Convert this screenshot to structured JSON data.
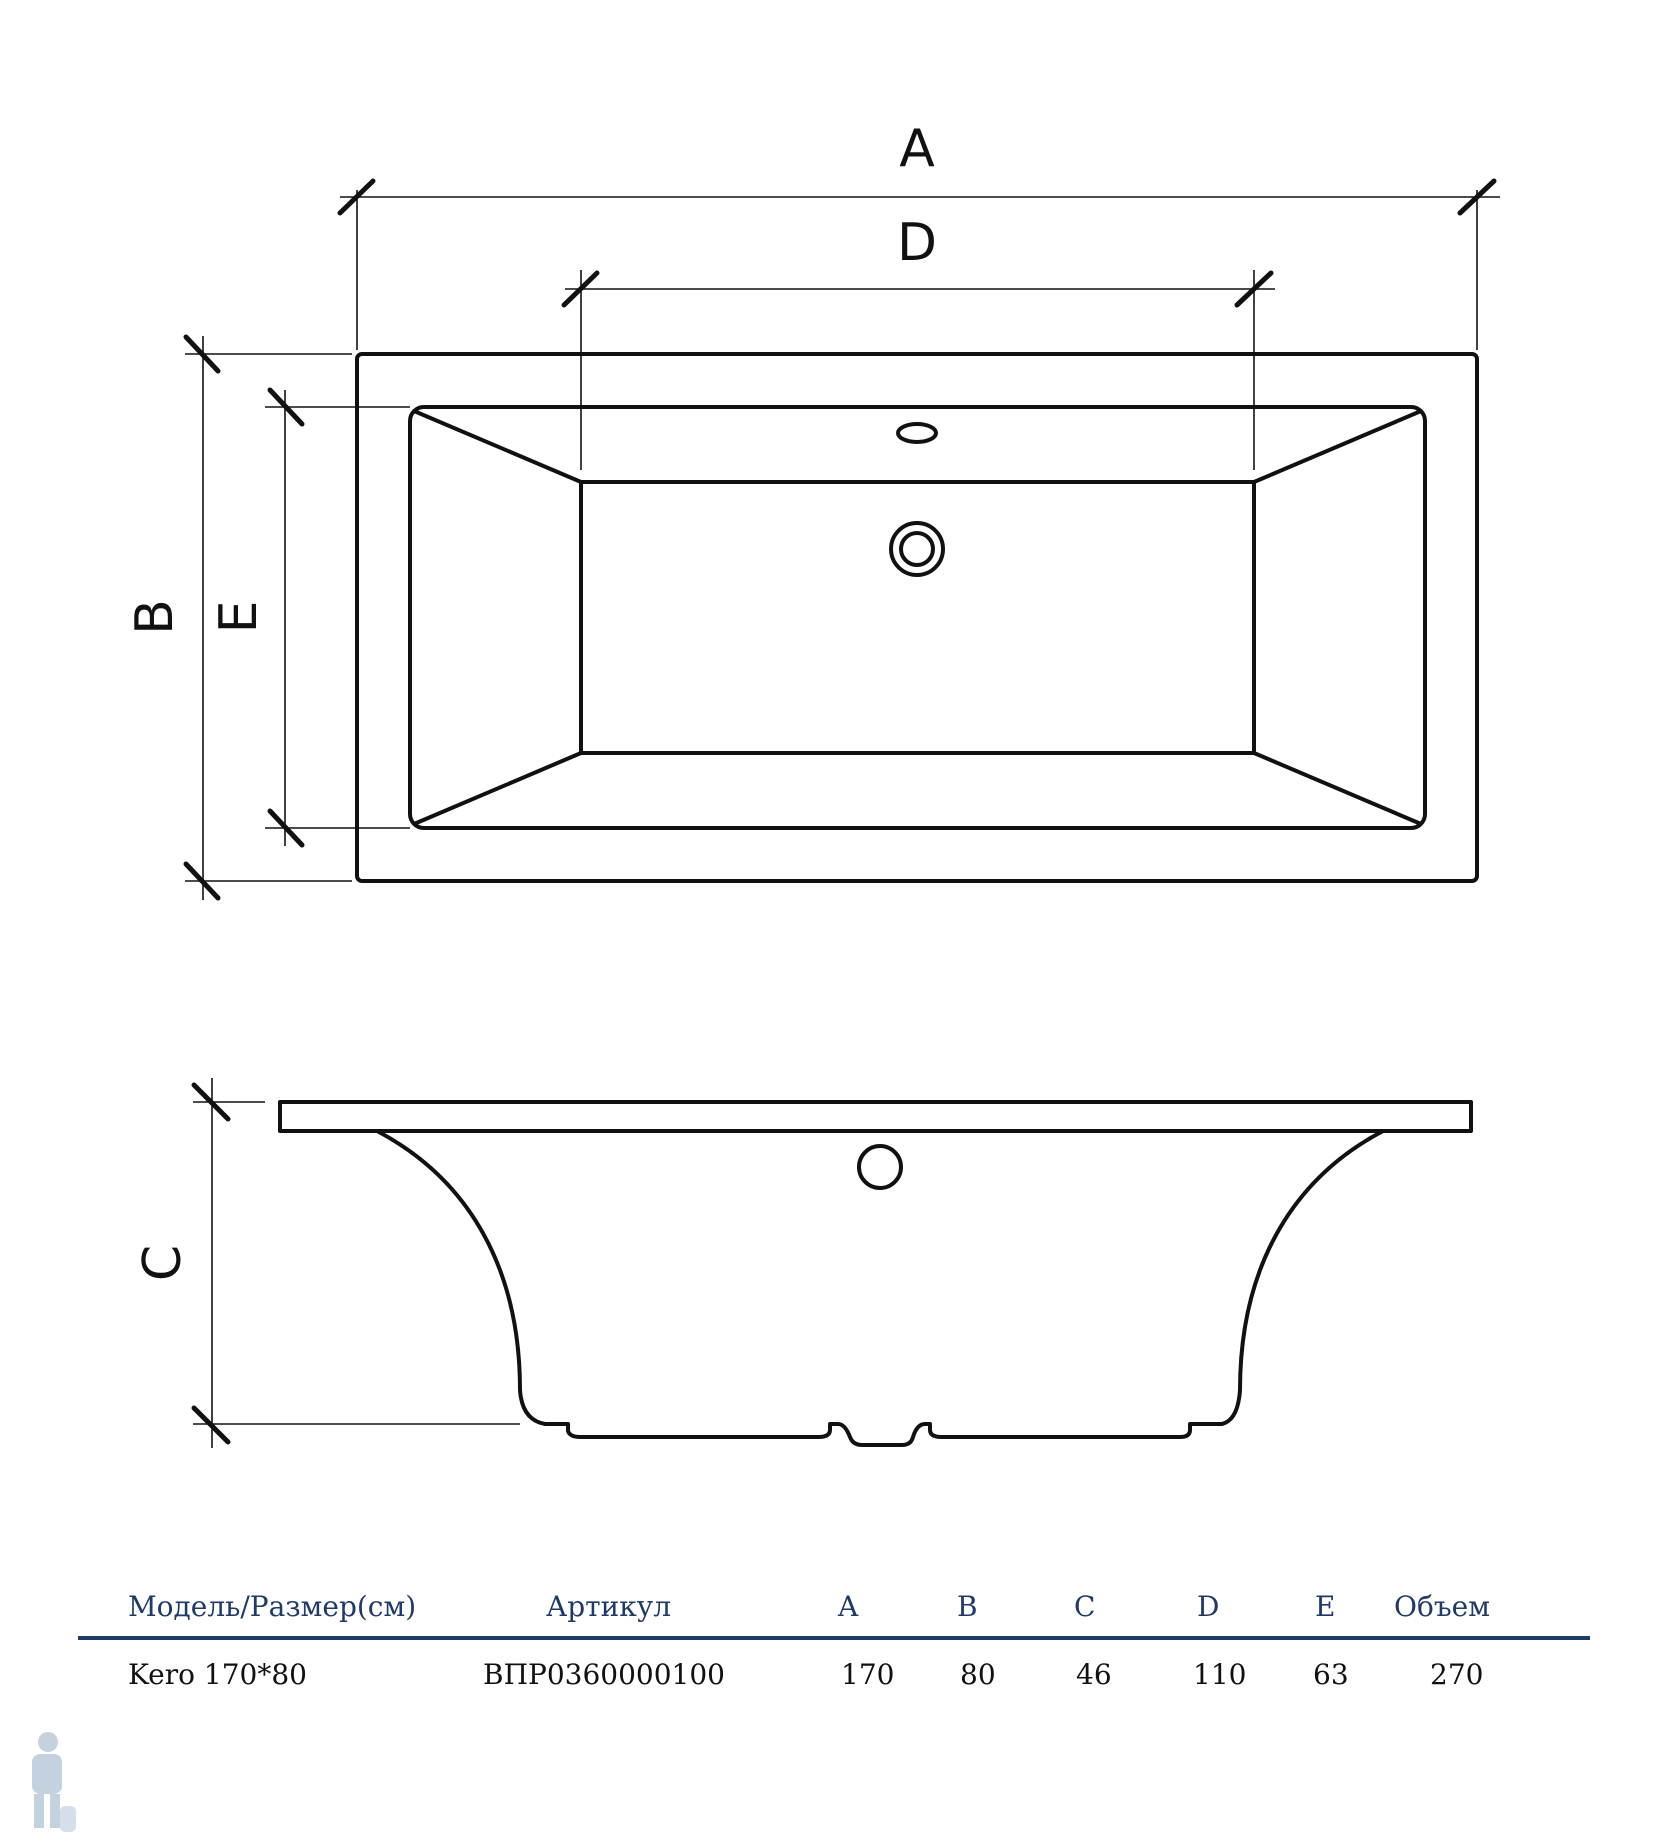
{
  "dimension_labels": {
    "a": "A",
    "b": "B",
    "c": "C",
    "d": "D",
    "e": "E"
  },
  "spec_table": {
    "headers": {
      "model": "Модель/Размер(см)",
      "article": "Артикул",
      "a": "A",
      "b": "B",
      "c": "C",
      "d": "D",
      "e": "E",
      "volume": "Объем"
    },
    "row": {
      "model": "Kero 170*80",
      "article": "ВПР0360000100",
      "a": "170",
      "b": "80",
      "c": "46",
      "d": "110",
      "e": "63",
      "volume": "270"
    }
  },
  "colors": {
    "line": "#111111",
    "table_header": "#1f3a68",
    "rule": "#1f3a68"
  },
  "icons": {
    "watermark": "plumber-logo-icon"
  }
}
